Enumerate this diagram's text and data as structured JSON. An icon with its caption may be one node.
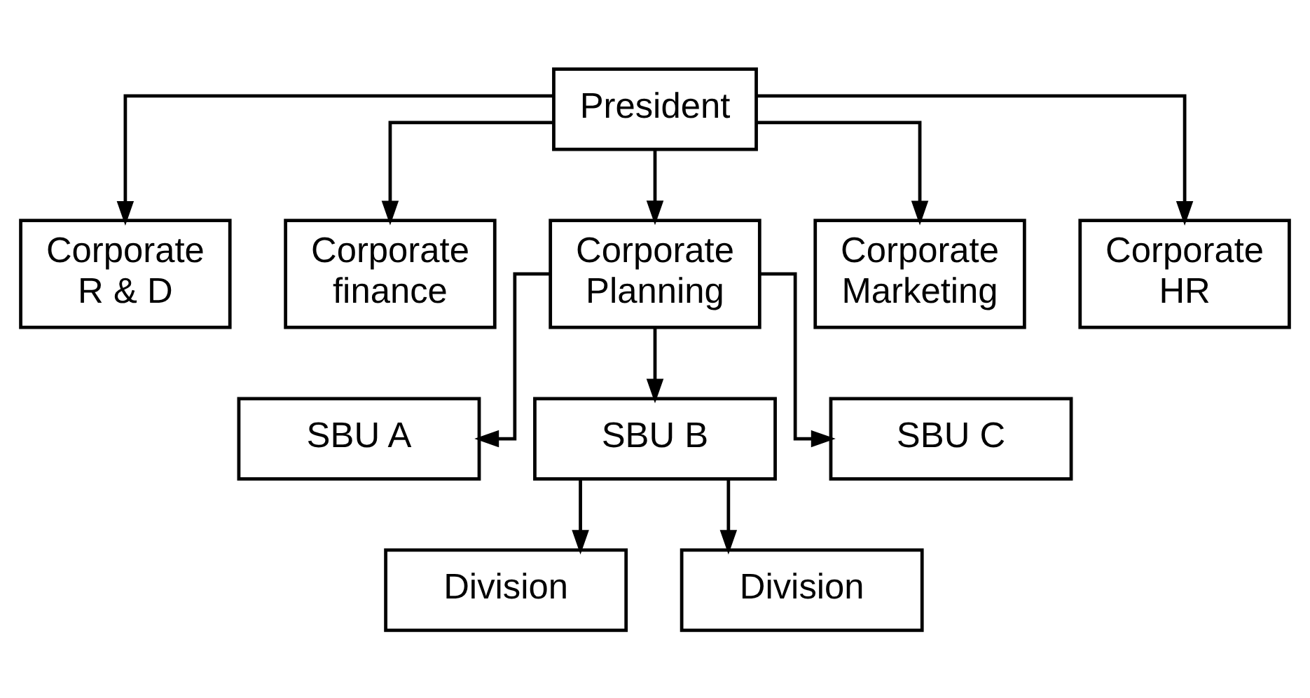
{
  "diagram": {
    "nodes": [
      {
        "text": [
          "President"
        ]
      },
      {
        "text": [
          "Corporate R & D"
        ]
      },
      {
        "text": [
          "Corporate finance"
        ]
      },
      {
        "text": [
          "Corporate Planning"
        ]
      },
      {
        "text": [
          "Corporate Marketing"
        ]
      },
      {
        "text": [
          "Corporate HR"
        ]
      },
      {
        "text": [
          "SBU A"
        ]
      },
      {
        "text": [
          "SBU B"
        ]
      },
      {
        "text": [
          "SBU C"
        ]
      },
      {
        "text": [
          "Division"
        ]
      },
      {
        "text": [
          "Division"
        ]
      }
    ],
    "edges": [
      {
        "from": 0,
        "to": 1,
        "arrow": "to"
      },
      {
        "from": 0,
        "to": 2,
        "arrow": "to"
      },
      {
        "from": 0,
        "to": 3,
        "arrow": "to"
      },
      {
        "from": 0,
        "to": 4,
        "arrow": "to"
      },
      {
        "from": 0,
        "to": 5,
        "arrow": "to"
      },
      {
        "from": 3,
        "to": 6,
        "arrow": "to"
      },
      {
        "from": 3,
        "to": 7,
        "arrow": "to"
      },
      {
        "from": 3,
        "to": 8,
        "arrow": "to"
      },
      {
        "from": 7,
        "to": 9,
        "arrow": "to"
      },
      {
        "from": 7,
        "to": 10,
        "arrow": "to"
      }
    ]
  }
}
